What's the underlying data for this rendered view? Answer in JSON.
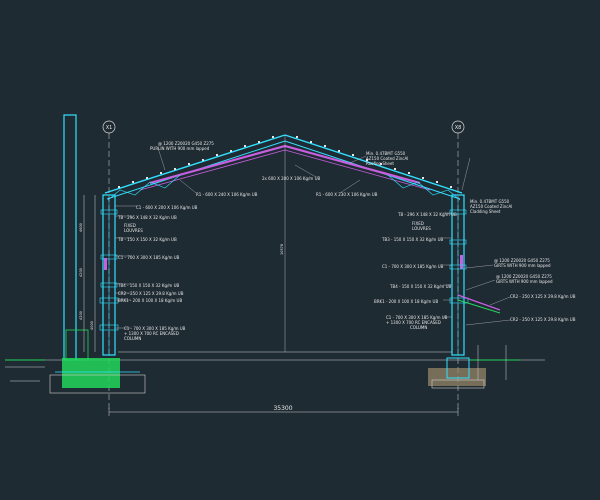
{
  "grid": {
    "left": "X1",
    "right": "X8"
  },
  "span_dimension": "35300",
  "height_dims": [
    "4600",
    "4200",
    "4200",
    "4000"
  ],
  "ridge_dim": "10578",
  "labels": {
    "purlin_top": "@ 1200 Z20020 G450 Z275",
    "purlin_top2": "PURLIN WITH 900 mm lapped",
    "roof_sheet_1": "Min. 0.47BMT G550",
    "roof_sheet_2": "AZ150 Coated ZincAl",
    "roof_sheet_3": "Roofing Sheet",
    "rafter_left": "R1 - 600 X 240 X 106 Kg/m UB",
    "rafter_right": "R1 - 600 X 230 X 106 Kg/m UB",
    "apex": "2x 600 X 200 X 106 Kg/m UB",
    "left_col_top": "C1 - 600 X 200 X 106 Kg/m UB",
    "tb_left_1": "TB - 296 X 148 X 32 Kg/m UB",
    "fixed_louvres_l1": "FIXED",
    "fixed_louvres_l2": "LOUVRES",
    "tb_left_2": "TB - 150 X 150 X 32 Kg/m UB",
    "c1_left": "C1 - 700 X 300 X 185 Kg/m UB",
    "tb_left_3": "TB4 - 150 X 150 X 32 Kg/m UB",
    "cr_left": "CR2 - 250 X 125 X 29.8 Kg/m UB",
    "brk_left": "BRK1 - 200 X 100 X 18 Kg/m UB",
    "c1_left_base_1": "C1 - 700 X 300 X 185 Kg/m UB",
    "c1_left_base_2": "+ 1300 X 700 RC ENCASED",
    "c1_left_base_3": "COLUMN",
    "right_sheet_1": "Min. 0.47BMT G550",
    "right_sheet_2": "AZ150 Coated ZincAl",
    "right_sheet_3": "Cladding Sheet",
    "tb_right_1": "TB - 296 X 148 X 32 Kg/m UB",
    "fixed_r1": "FIXED",
    "fixed_r2": "LOUVRES",
    "tb_right_2": "TB3 - 150 X 150 X 32 Kg/m UB",
    "c1_right": "C1 - 700 X 300 X 185 Kg/m UB",
    "girts_1": "@ 1200 Z20020 G450 Z275",
    "girts_2": "GIRTS WITH 900 mm lapped",
    "tb_right_3": "TB4 - 150 X 150 X 32 Kg/m UB",
    "girts_3": "@ 1200 Z20020 G450 Z275",
    "girts_4": "GIRTS WITH 900 mm lapped",
    "brk_right": "BRK1 - 200 X 100 X 18 Kg/m UB",
    "cr_right": "CR2 - 250 X 125 X 29.8 Kg/m UB",
    "c1_right_base_1": "C1 - 700 X 300 X 185 Kg/m UB",
    "c1_right_base_2": "+ 1300 X 700 RC ENCASED",
    "c1_right_base_3": "COLUMN",
    "cr_right_2": "CR2 - 250 X 125 X 29.8 Kg/m UB"
  },
  "colors": {
    "background": "#1f2b33",
    "structure": "#31e0ff",
    "roof": "#c75fe0",
    "green": "#22d65a",
    "white": "#e6e6e6"
  }
}
